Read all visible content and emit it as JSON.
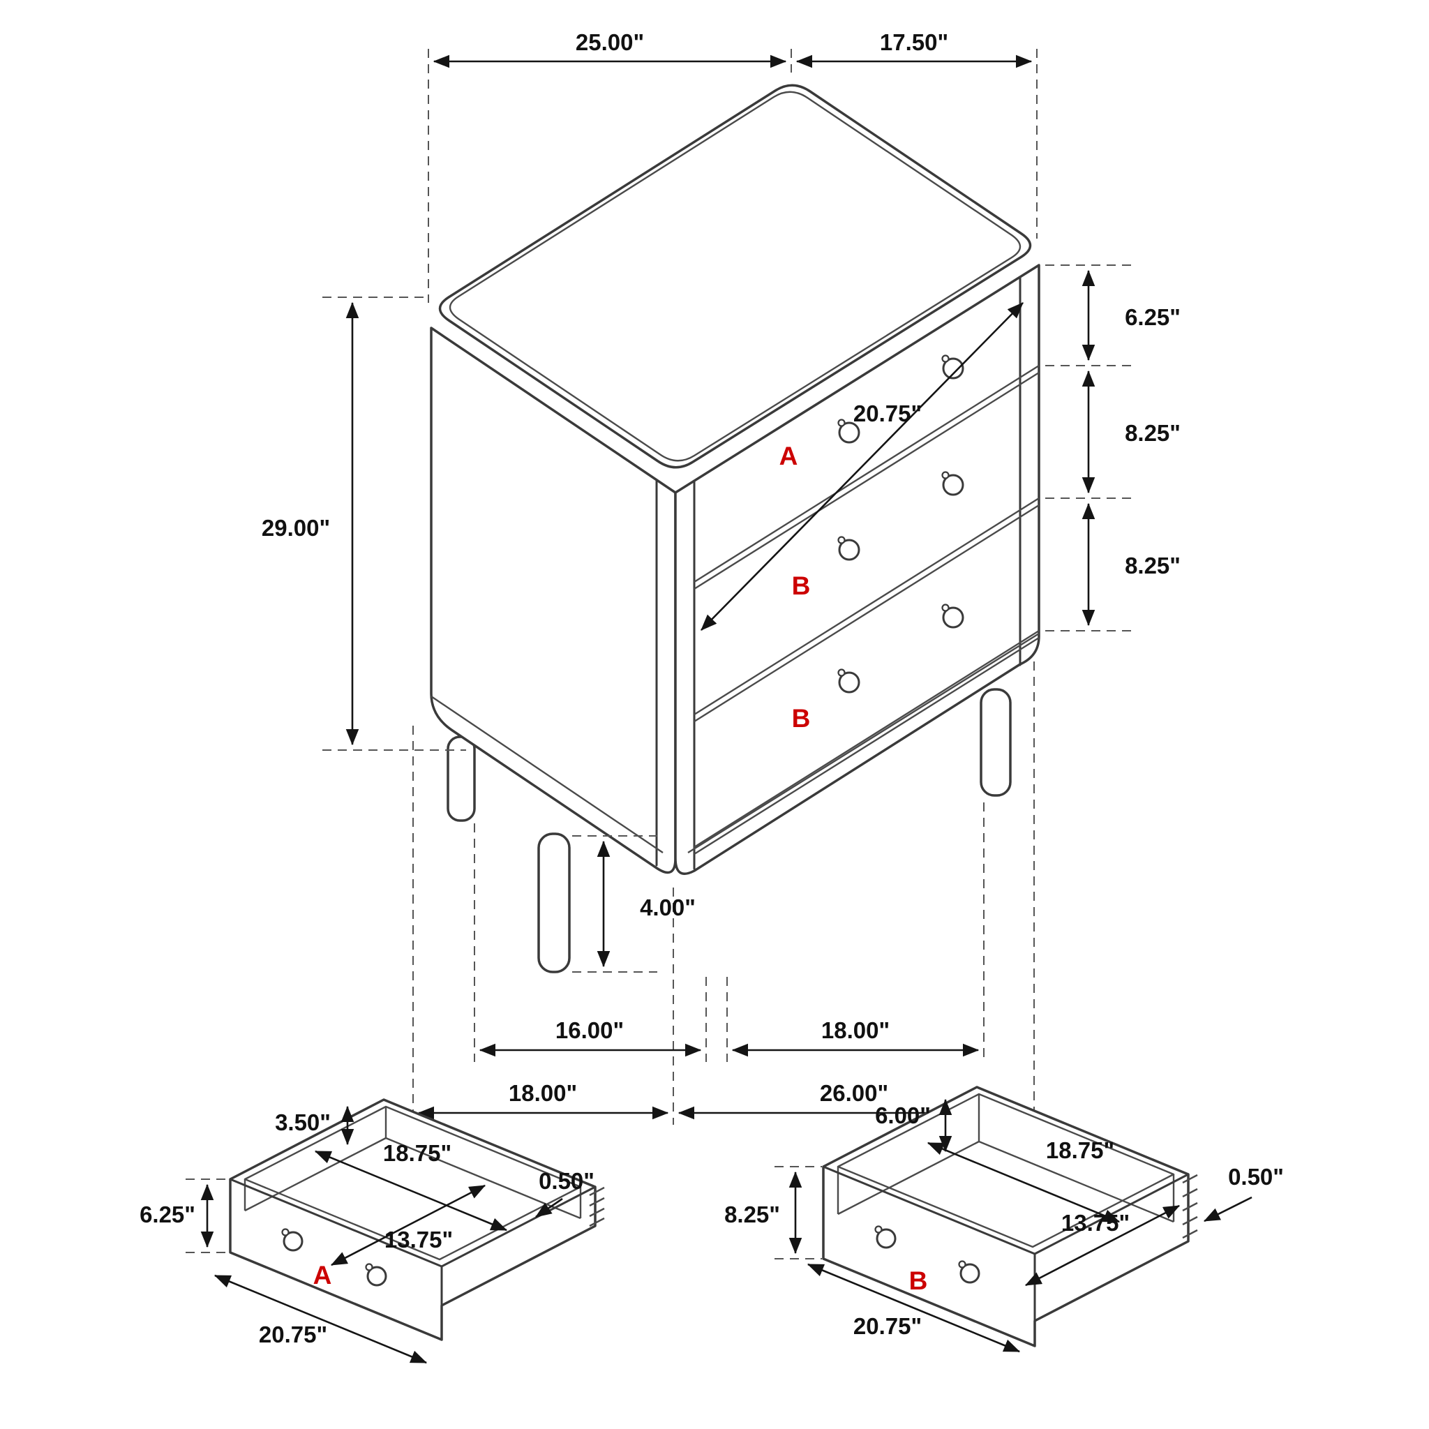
{
  "diagram": {
    "type": "furniture-dimension-diagram",
    "subject": "3-drawer nightstand with two open-drawer details",
    "colors": {
      "line": "#3a3a3a",
      "dimension": "#141414",
      "accent_red": "#cc0000",
      "background": "#ffffff"
    },
    "main": {
      "top_width": "25.00\"",
      "top_depth": "17.50\"",
      "height": "29.00\"",
      "drawer_a_front_height": "6.25\"",
      "drawer_b1_front_height": "8.25\"",
      "drawer_b2_front_height": "8.25\"",
      "drawer_width": "20.75\"",
      "leg_height": "4.00\"",
      "leg_span_depth": "16.00\"",
      "leg_span_width": "18.00\"",
      "overall_depth": "18.00\"",
      "overall_width": "26.00\"",
      "label_drawer_a": "A",
      "label_drawer_b1": "B",
      "label_drawer_b2": "B"
    },
    "drawer_a": {
      "label": "A",
      "wall_height": "3.50\"",
      "inner_width": "18.75\"",
      "wall_thickness": "0.50\"",
      "inner_depth": "13.75\"",
      "front_height": "6.25\"",
      "front_width": "20.75\""
    },
    "drawer_b": {
      "label": "B",
      "wall_height": "6.00\"",
      "inner_width": "18.75\"",
      "wall_thickness": "0.50\"",
      "inner_depth": "13.75\"",
      "front_height": "8.25\"",
      "front_width": "20.75\""
    }
  }
}
